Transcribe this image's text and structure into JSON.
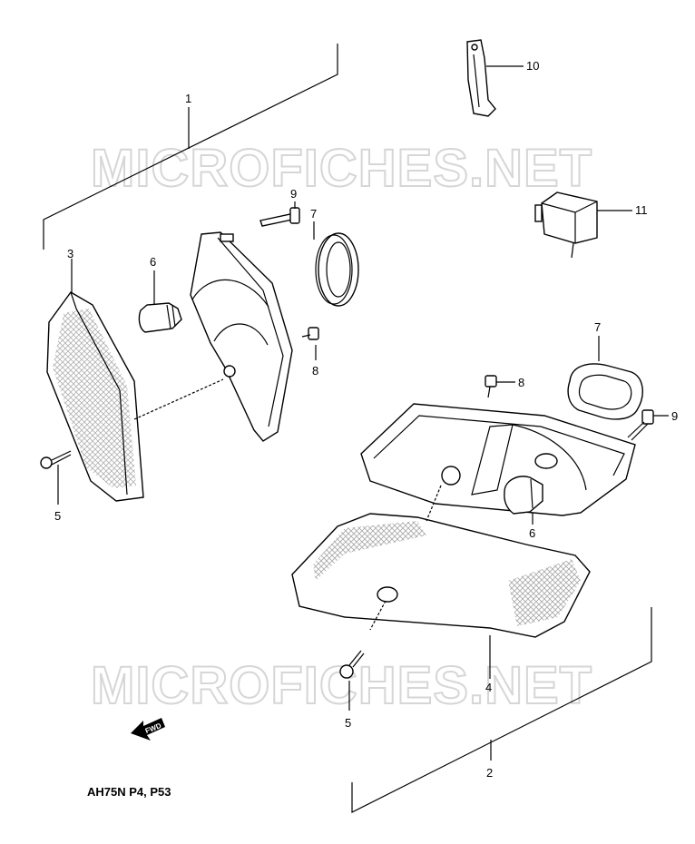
{
  "diagram": {
    "watermark_text": "MICROFICHES.NET",
    "drawing_code": "AH75N P4, P53",
    "fwd_label": "FWD",
    "callouts": {
      "c1": "1",
      "c2": "2",
      "c3": "3",
      "c4": "4",
      "c5a": "5",
      "c5b": "5",
      "c6a": "6",
      "c6b": "6",
      "c7a": "7",
      "c7b": "7",
      "c8a": "8",
      "c8b": "8",
      "c9a": "9",
      "c9b": "9",
      "c10": "10",
      "c11": "11"
    }
  }
}
